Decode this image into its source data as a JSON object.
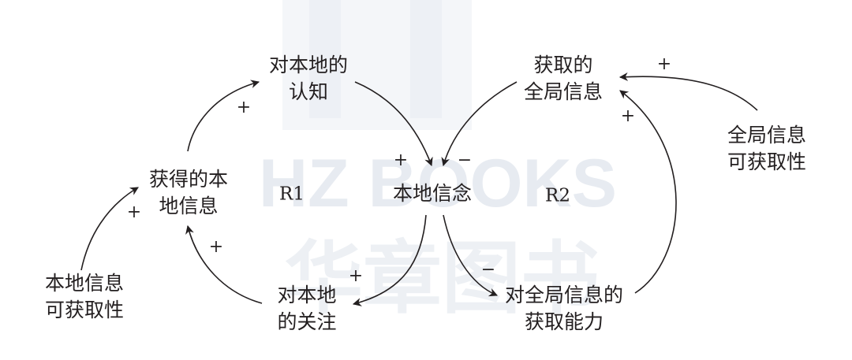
{
  "watermark": {
    "latin": "HZ BOOKS",
    "chinese": "华章图书"
  },
  "nodes": {
    "local_cognition": [
      "对本地的",
      "认知"
    ],
    "acquired_local_info": [
      "获得的本",
      "地信息"
    ],
    "local_info_availability": [
      "本地信息",
      "可获取性"
    ],
    "local_attention": [
      "对本地",
      "的关注"
    ],
    "local_belief": "本地信念",
    "acquired_global_info": [
      "获取的",
      "全局信息"
    ],
    "global_info_availability": [
      "全局信息",
      "可获取性"
    ],
    "global_info_capability": [
      "对全局信息的",
      "获取能力"
    ]
  },
  "loops": {
    "r1": "R1",
    "r2": "R2"
  },
  "signs": {
    "acquired_to_cognition": "+",
    "cognition_to_belief": "+",
    "globalinfo_to_belief": "−",
    "availability_to_acquired": "+",
    "attention_to_acquired": "+",
    "belief_to_attention": "+",
    "belief_to_capability": "−",
    "global_availability_to_globalinfo": "+",
    "capability_to_globalinfo": "+"
  }
}
